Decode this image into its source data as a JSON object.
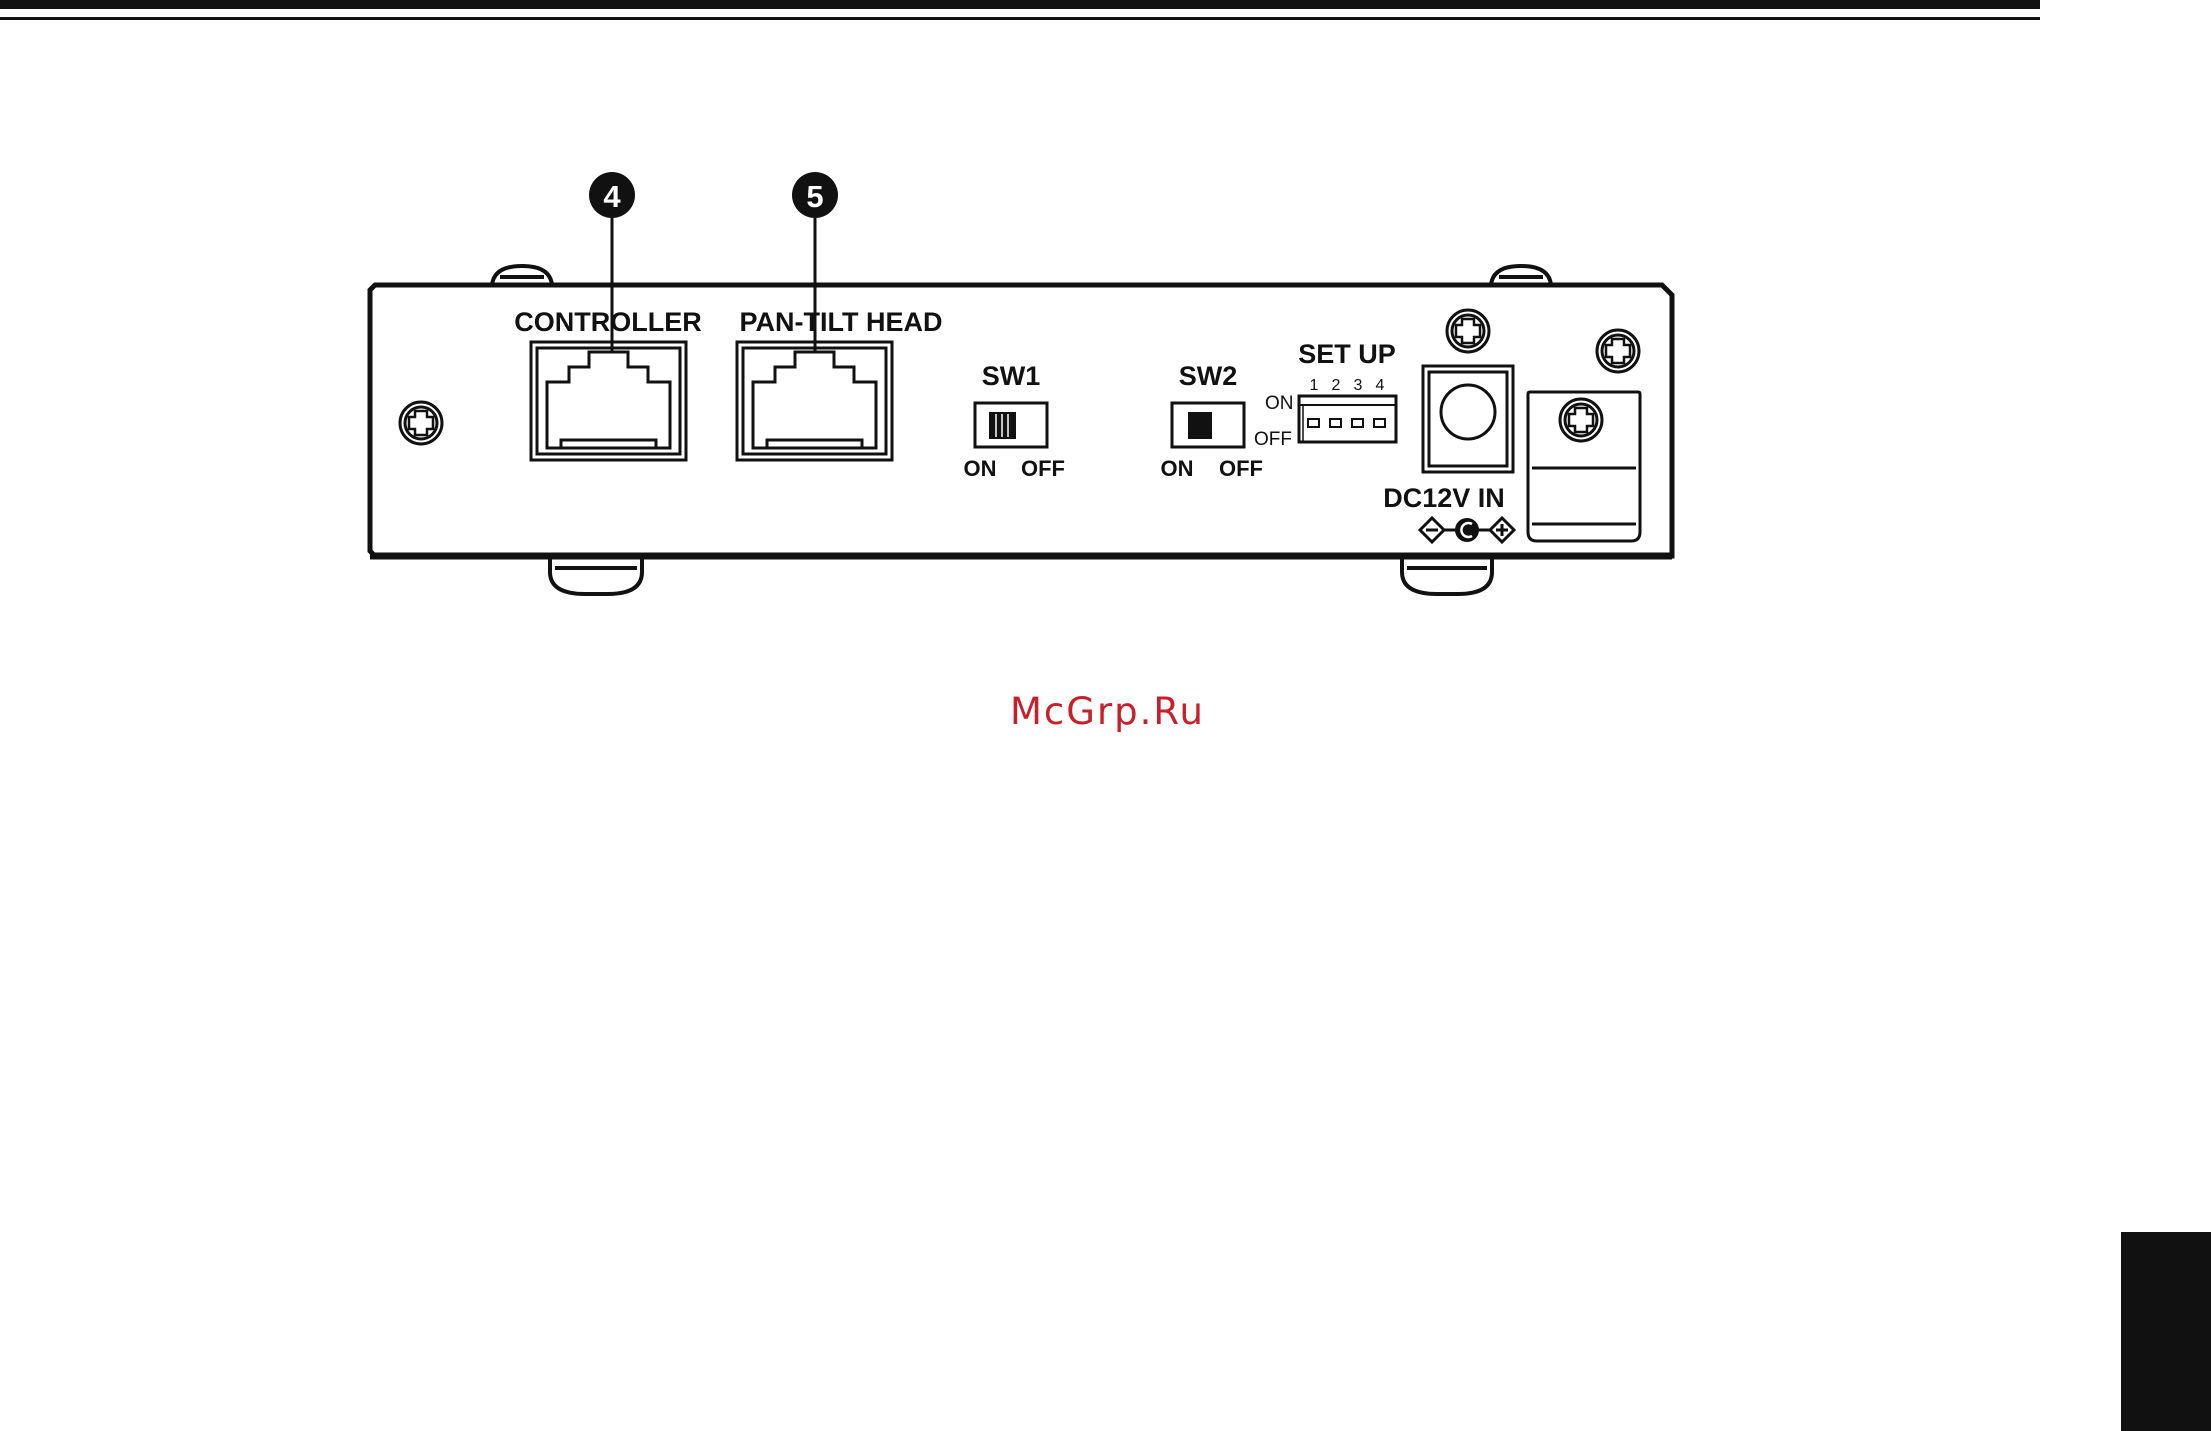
{
  "page": {
    "watermark": "McGrp.Ru"
  },
  "device": {
    "ports": [
      {
        "callout": "4",
        "label": "CONTROLLER"
      },
      {
        "callout": "5",
        "label": "PAN-TILT HEAD"
      }
    ],
    "switches": [
      {
        "label": "SW1",
        "on_label": "ON",
        "off_label": "OFF"
      },
      {
        "label": "SW2",
        "on_label": "ON",
        "off_label": "OFF"
      }
    ],
    "setup": {
      "label": "SET UP",
      "on_label": "ON",
      "off_label": "OFF",
      "positions": [
        "1",
        "2",
        "3",
        "4"
      ]
    },
    "power": {
      "label": "DC12V IN"
    }
  },
  "colors": {
    "line": "#111111",
    "watermark": "#c8202a",
    "background": "#ffffff"
  }
}
